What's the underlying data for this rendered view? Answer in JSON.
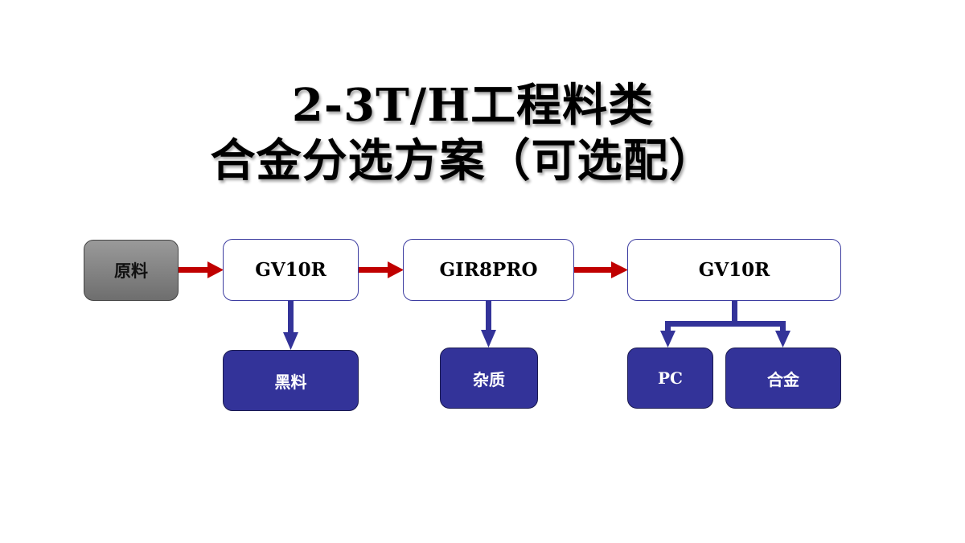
{
  "title": {
    "line1": "2-3T/H工程料类",
    "line2": "合金分选方案（可选配）"
  },
  "nodes": {
    "raw": "原料",
    "stage1": "GV10R",
    "stage2": "GIR8PRO",
    "stage3": "GV10R",
    "out1": "黑料",
    "out2": "杂质",
    "out3a": "PC",
    "out3b": "合金"
  },
  "colors": {
    "flow_arrow": "#c00000",
    "output_arrow": "#333399",
    "output_box": "#333399",
    "raw_box": "#808080"
  }
}
